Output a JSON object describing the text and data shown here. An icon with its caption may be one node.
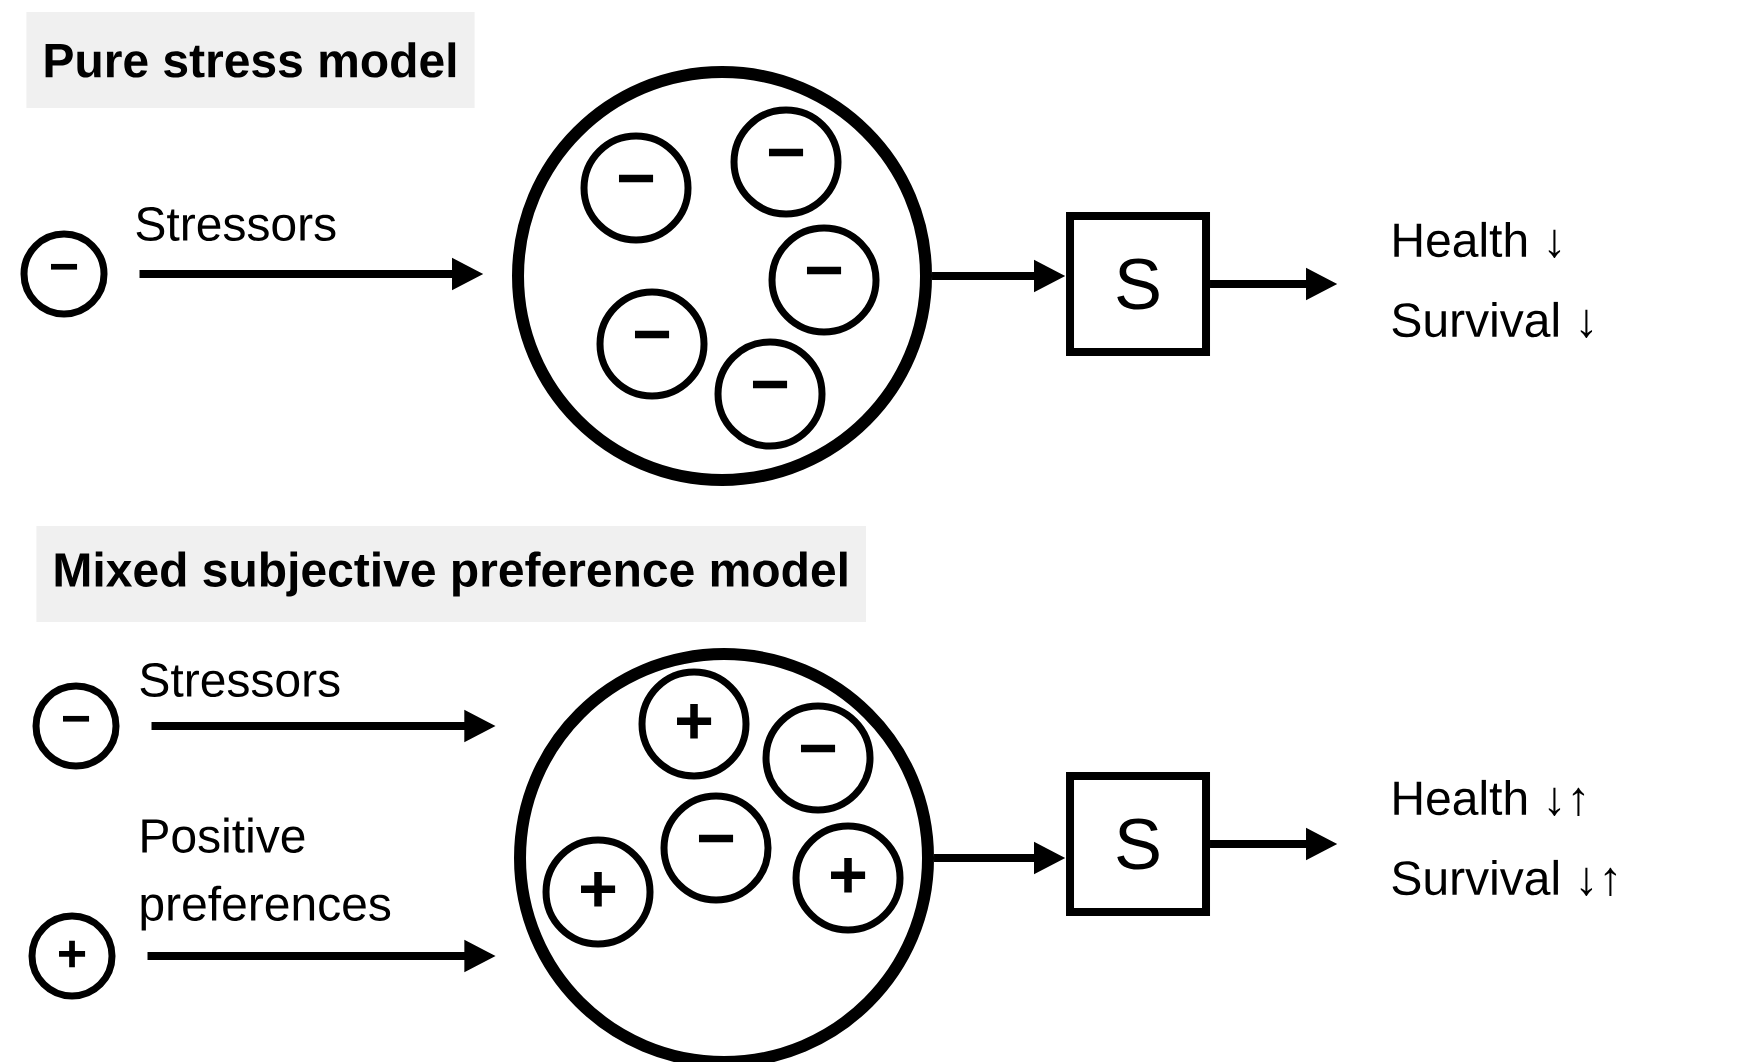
{
  "diagram": {
    "nodes": [
      {
        "text": [
          "Pure stress model"
        ]
      },
      {
        "text": [
          "−"
        ]
      },
      {
        "text": [],
        "shape": "circle"
      },
      {
        "text": [
          "−"
        ],
        "in": 2
      },
      {
        "text": [
          "−"
        ],
        "in": 2
      },
      {
        "text": [
          "−"
        ],
        "in": 2
      },
      {
        "text": [
          "−"
        ],
        "in": 2
      },
      {
        "text": [
          "−"
        ],
        "in": 2
      },
      {
        "text": [
          "S"
        ]
      },
      {
        "text": [
          "Health ↓",
          "Survival ↓"
        ]
      },
      {
        "text": [
          "Mixed subjective preference model"
        ]
      },
      {
        "text": [
          "−"
        ]
      },
      {
        "text": [
          "+"
        ]
      },
      {
        "text": [],
        "shape": "circle"
      },
      {
        "text": [
          "+"
        ],
        "in": 13
      },
      {
        "text": [
          "−"
        ],
        "in": 13
      },
      {
        "text": [
          "−"
        ],
        "in": 13
      },
      {
        "text": [
          "+"
        ],
        "in": 13
      },
      {
        "text": [
          "+"
        ],
        "in": 13
      },
      {
        "text": [
          "S"
        ]
      },
      {
        "text": [
          "Health ↓↑",
          "Survival ↓↑"
        ]
      }
    ],
    "edges": [
      {
        "from": 1,
        "to": 2,
        "arrow": "to",
        "label": "Stressors"
      },
      {
        "from": 2,
        "to": 8,
        "arrow": "to"
      },
      {
        "from": 8,
        "to": 9,
        "arrow": "to"
      },
      {
        "from": 11,
        "to": 13,
        "arrow": "to",
        "label": "Stressors"
      },
      {
        "from": 12,
        "to": 13,
        "arrow": "to",
        "label": "Positive preferences"
      },
      {
        "from": 13,
        "to": 19,
        "arrow": "to"
      },
      {
        "from": 19,
        "to": 20,
        "arrow": "to"
      }
    ]
  }
}
